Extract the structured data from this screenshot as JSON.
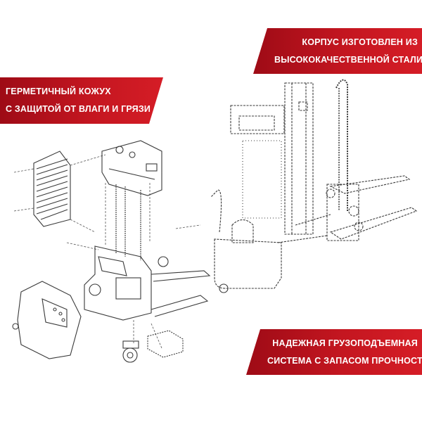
{
  "callouts": {
    "top_right": {
      "line1": "КОРПУС ИЗГОТОВЛЕН ИЗ",
      "line2": "ВЫСОКОКАЧЕСТВЕННОЙ СТАЛИ"
    },
    "left": {
      "line1": "ГЕРМЕТИЧНЫЙ КОЖУХ",
      "line2": "С ЗАЩИТОЙ ОТ ВЛАГИ И ГРЯЗИ"
    },
    "bottom_right": {
      "line1": "НАДЕЖНАЯ ГРУЗОПОДЪЕМНАЯ",
      "line2": "СИСТЕМА С ЗАПАСОМ ПРОЧНОСТИ"
    }
  },
  "colors": {
    "banner_red": "#c41620",
    "line_art": "#333333"
  }
}
